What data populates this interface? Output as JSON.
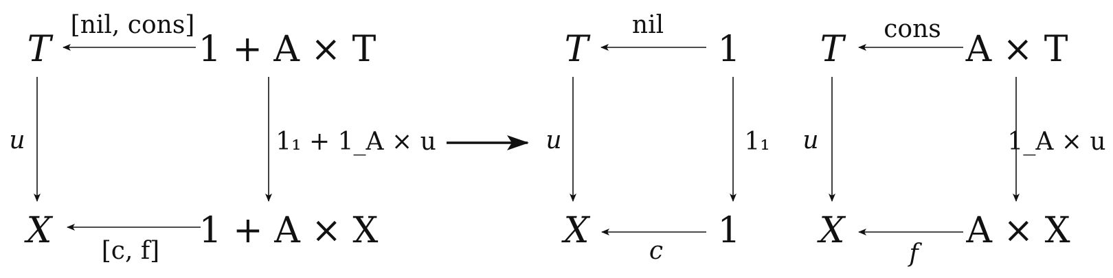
{
  "diagram1": {
    "nodes": {
      "tl": "T",
      "tr": "1 + A × T",
      "bl": "X",
      "br": "1 + A × X"
    },
    "edges": {
      "top": "[nil, cons]",
      "left": "u",
      "right": "1₁ + 1_A × u",
      "bottom": "[c, f]"
    }
  },
  "diagram2": {
    "nodes": {
      "tl": "T",
      "tr": "1",
      "bl": "X",
      "br": "1"
    },
    "edges": {
      "top": "nil",
      "left": "u",
      "right": "1₁",
      "bottom": "c"
    }
  },
  "diagram3": {
    "nodes": {
      "tl": "T",
      "tr": "A × T",
      "bl": "X",
      "br": "A × X"
    },
    "edges": {
      "top": "cons",
      "left": "u",
      "right": "1_A × u",
      "bottom": "f"
    }
  }
}
